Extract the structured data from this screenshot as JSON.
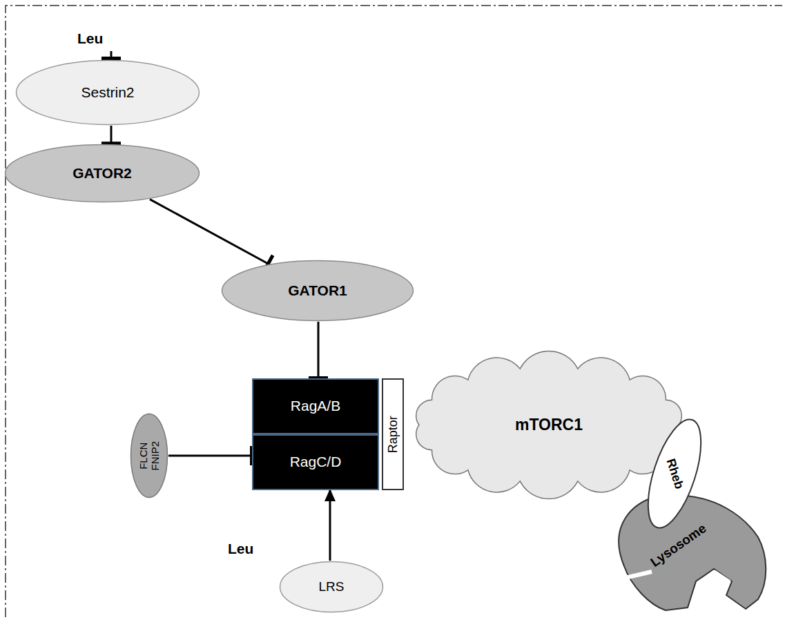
{
  "diagram": {
    "nodes": [
      {
        "text": [
          "Sestrin2"
        ]
      },
      {
        "text": [
          "GATOR2"
        ]
      },
      {
        "text": [
          "GATOR1"
        ]
      },
      {
        "text": [
          "RagA/B"
        ]
      },
      {
        "text": [
          "RagC/D"
        ]
      },
      {
        "text": [
          "Raptor"
        ]
      },
      {
        "text": [
          "mTORC1"
        ]
      },
      {
        "text": [
          "Rheb"
        ]
      },
      {
        "text": [
          "FLCN FNIP2"
        ]
      },
      {
        "text": [
          "LRS"
        ]
      },
      {
        "text": [
          "Lysosome"
        ]
      }
    ],
    "edges": [
      {
        "from": 0,
        "to": 1,
        "arrow": "to"
      },
      {
        "from": 1,
        "to": 2,
        "arrow": "to"
      },
      {
        "from": 2,
        "to": 3,
        "arrow": "to"
      },
      {
        "from": 8,
        "to": 4,
        "arrow": "to"
      },
      {
        "from": 9,
        "to": 4,
        "arrow": "to"
      }
    ],
    "labels": [
      "Leu",
      "Leu"
    ]
  }
}
